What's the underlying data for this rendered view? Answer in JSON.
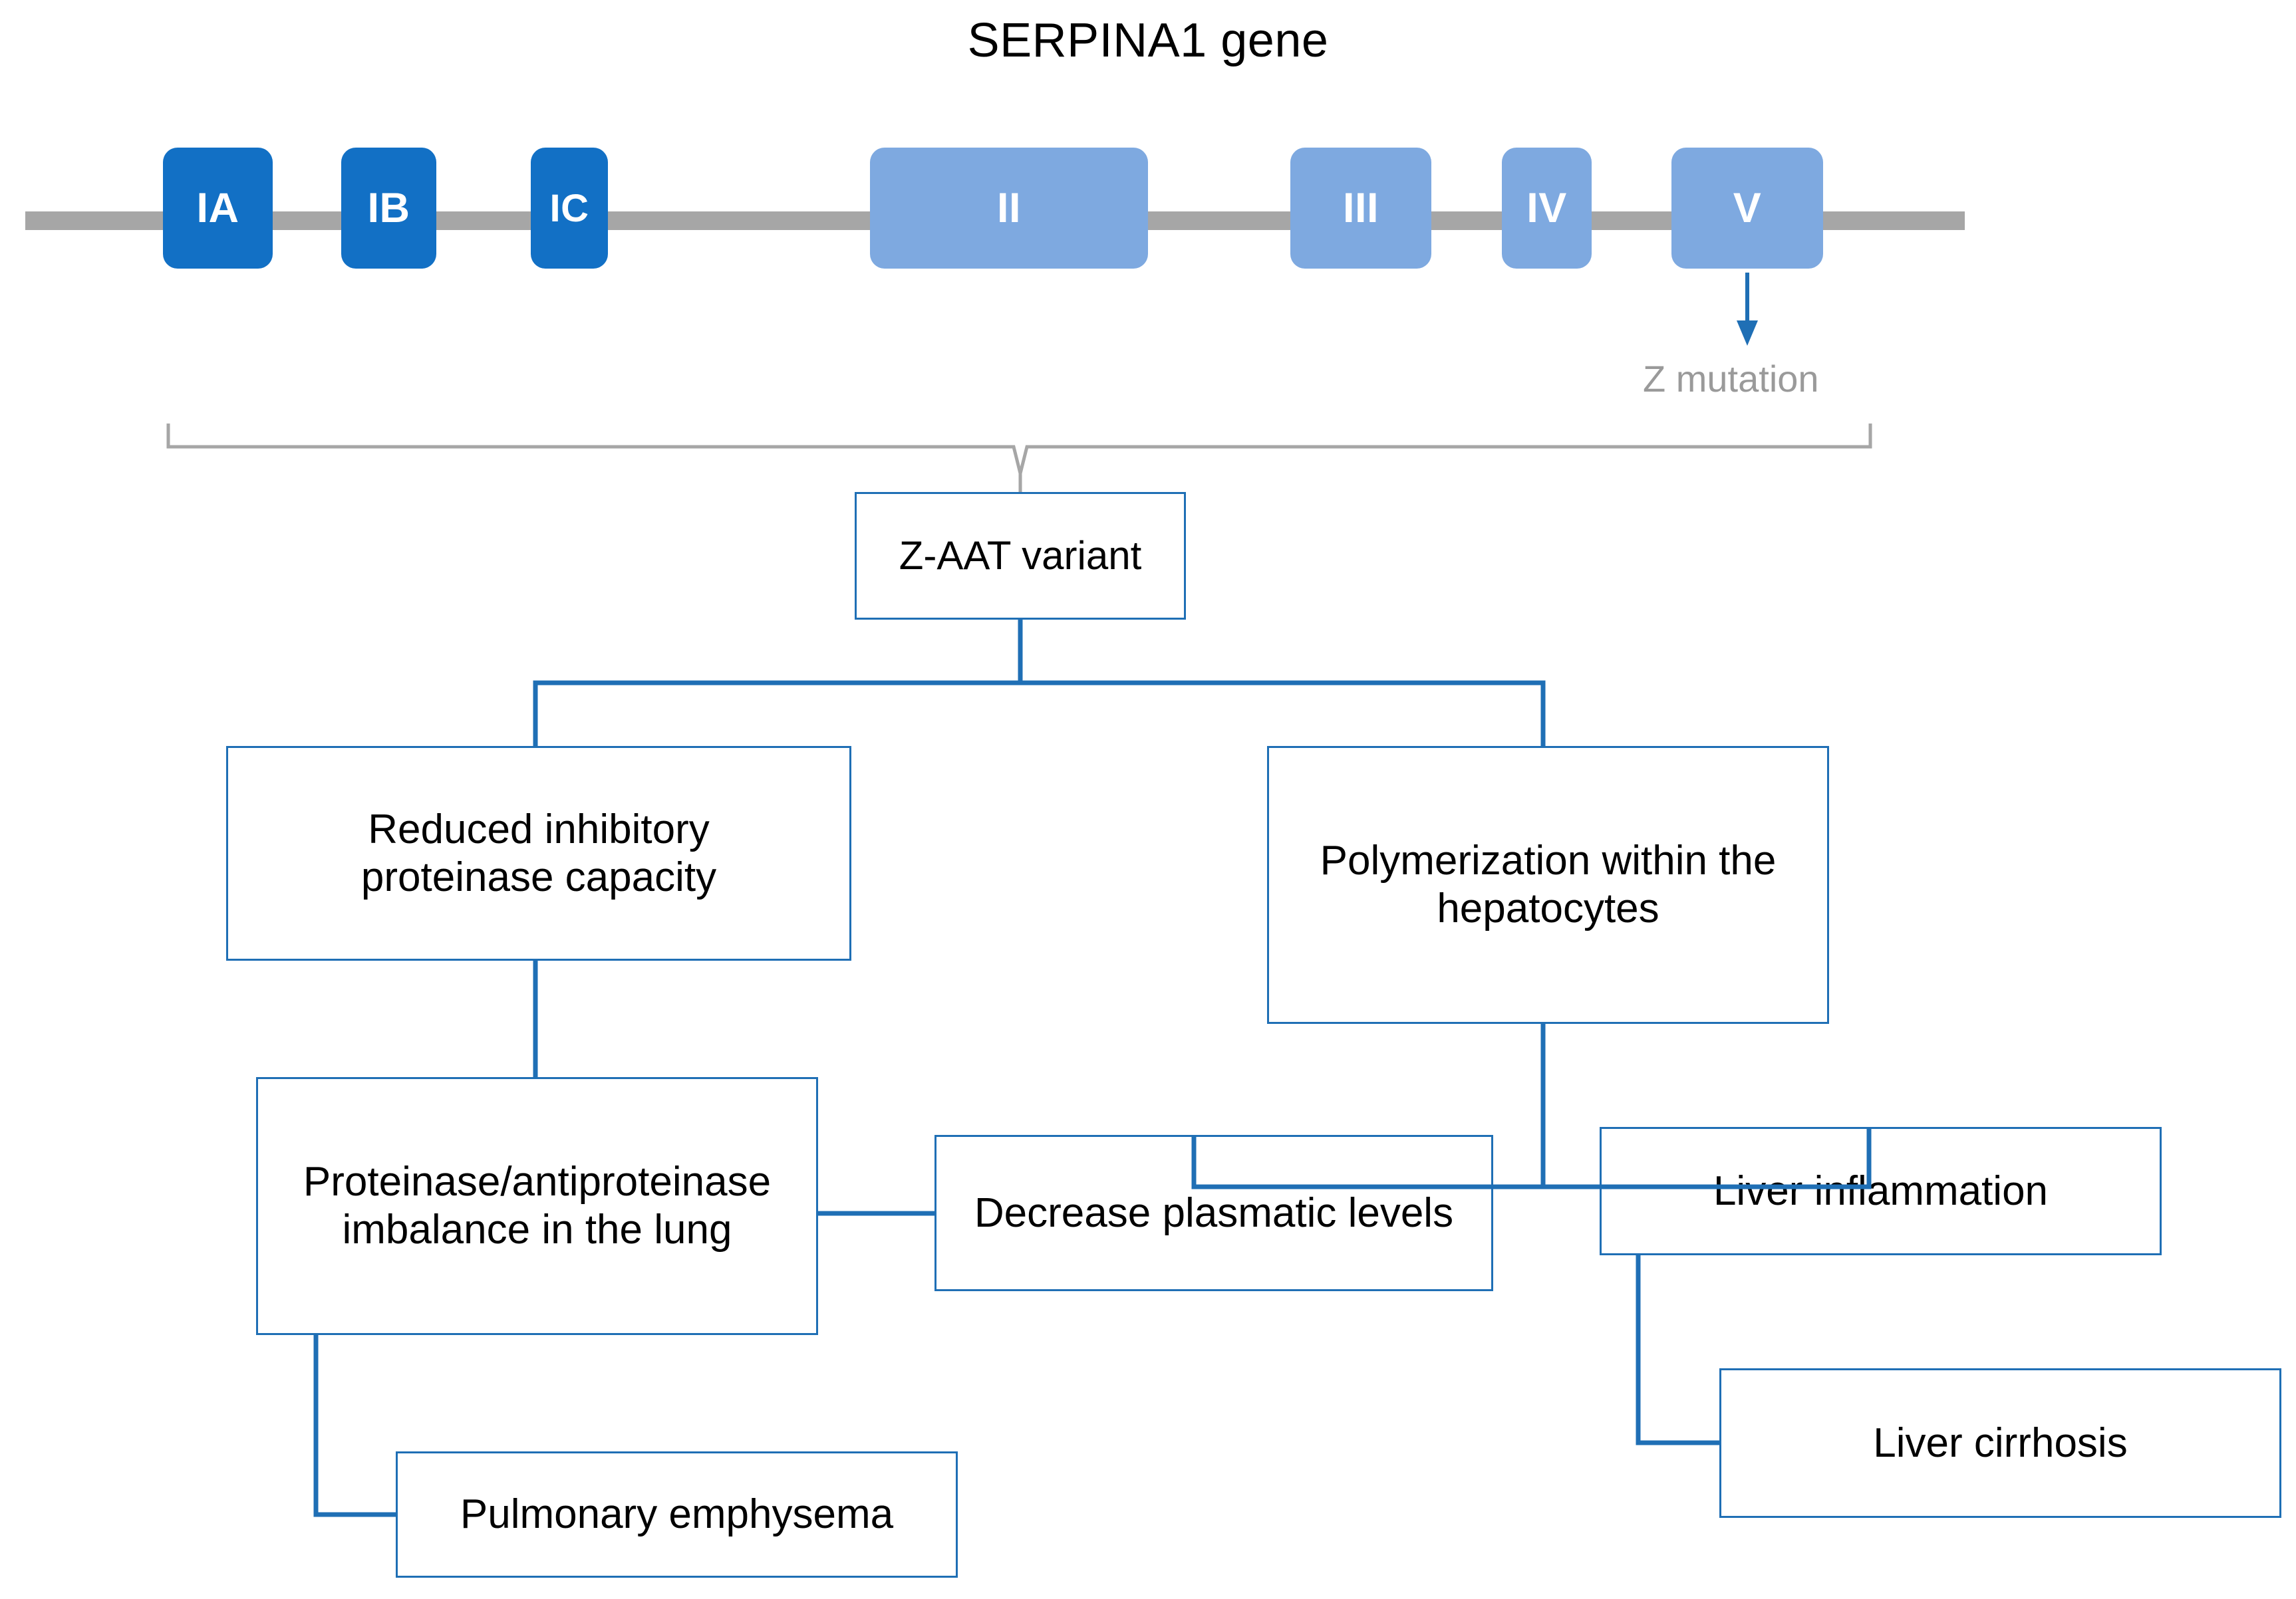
{
  "title": "SERPINA1 gene",
  "colors": {
    "exon_dark": "#1270C5",
    "exon_light": "#7EA9E0",
    "backbone": "#a6a6a6",
    "box_border": "#1F6FB5",
    "connector": "#1F6FB5",
    "bracket": "#a6a6a6",
    "mutation_arrow": "#1F6FB5",
    "mutation_label": "#9a9a9a"
  },
  "gene": {
    "exons": [
      {
        "label": "IA",
        "shade": "dark"
      },
      {
        "label": "IB",
        "shade": "dark"
      },
      {
        "label": "IC",
        "shade": "dark"
      },
      {
        "label": "II",
        "shade": "light"
      },
      {
        "label": "III",
        "shade": "light"
      },
      {
        "label": "IV",
        "shade": "light"
      },
      {
        "label": "V",
        "shade": "light"
      }
    ],
    "mutation_label": "Z mutation",
    "mutation_target_exon": "V"
  },
  "flow": {
    "nodes": [
      {
        "id": "z_aat",
        "label": "Z-AAT variant"
      },
      {
        "id": "reduced",
        "label": "Reduced inhibitory\nproteinase capacity"
      },
      {
        "id": "polymer",
        "label": "Polymerization within the\nhepatocytes"
      },
      {
        "id": "imbalance",
        "label": "Proteinase/antiproteinase\nimbalance in the lung"
      },
      {
        "id": "plasmatic",
        "label": "Decrease plasmatic levels"
      },
      {
        "id": "inflammation",
        "label": "Liver inflammation"
      },
      {
        "id": "emphysema",
        "label": "Pulmonary  emphysema"
      },
      {
        "id": "cirrhosis",
        "label": "Liver cirrhosis"
      }
    ],
    "edges": [
      {
        "from": "gene_bracket",
        "to": "z_aat"
      },
      {
        "from": "z_aat",
        "to": "reduced"
      },
      {
        "from": "z_aat",
        "to": "polymer"
      },
      {
        "from": "reduced",
        "to": "imbalance"
      },
      {
        "from": "polymer",
        "to": "plasmatic"
      },
      {
        "from": "polymer",
        "to": "inflammation"
      },
      {
        "from": "imbalance",
        "to": "plasmatic"
      },
      {
        "from": "imbalance",
        "to": "emphysema"
      },
      {
        "from": "inflammation",
        "to": "cirrhosis"
      }
    ]
  }
}
